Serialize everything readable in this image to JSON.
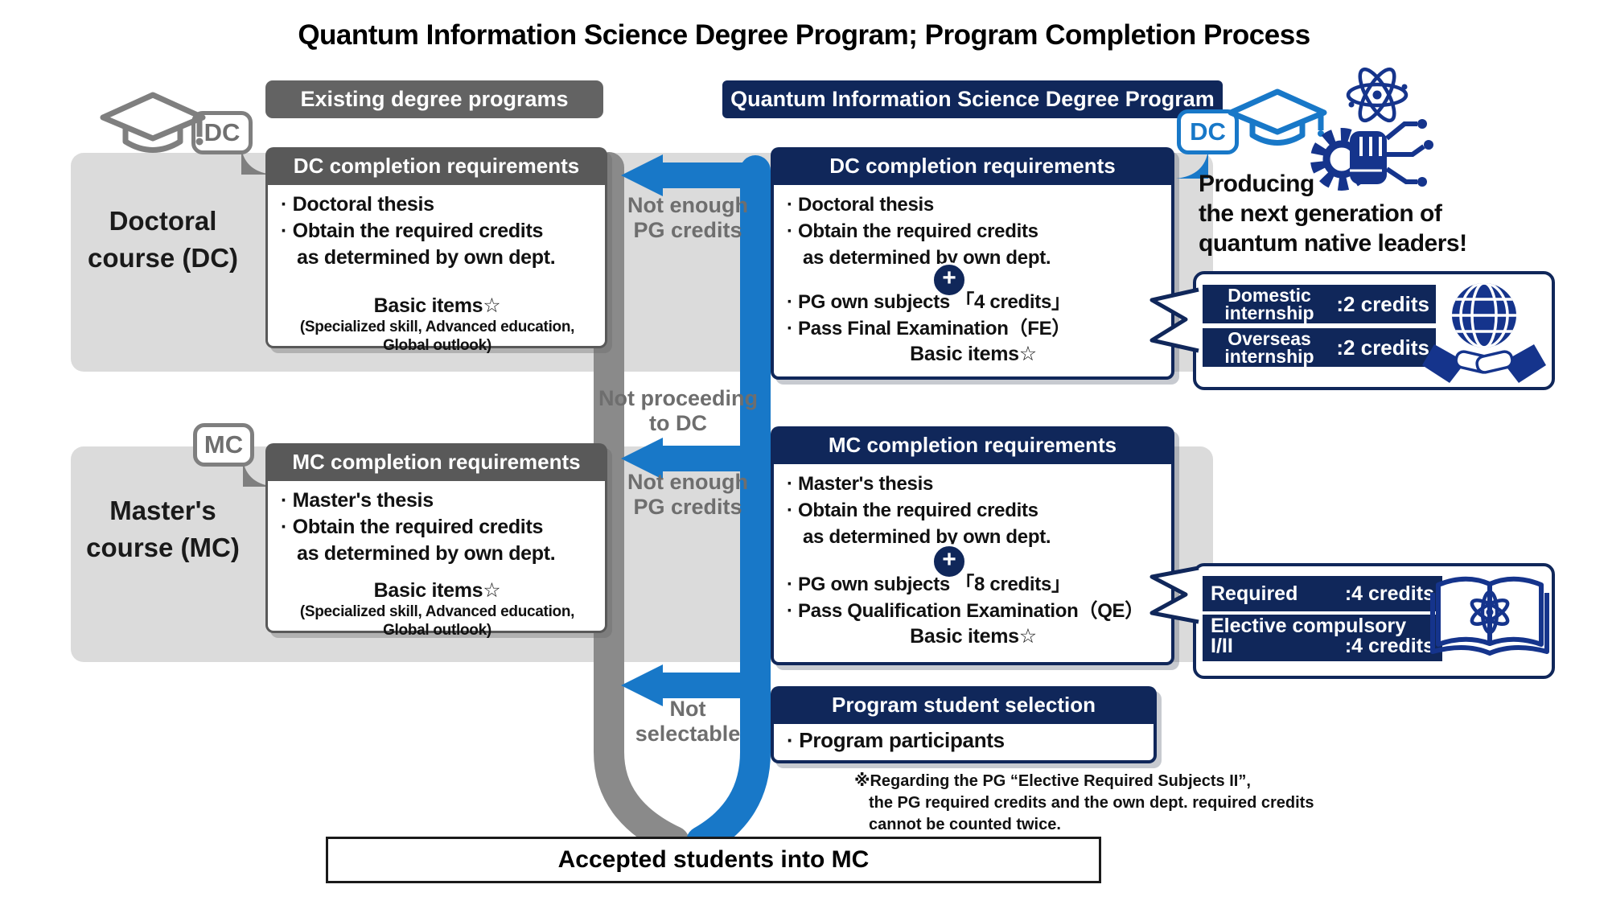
{
  "title": "Quantum Information Science Degree Program; Program Completion Process",
  "colors": {
    "navy": "#10275a",
    "blue": "#1878c8",
    "gray_header": "#636363",
    "card_gray": "#595959",
    "band_gray": "#dbdbdb",
    "track_gray": "#8a8a8a",
    "label_gray": "#6e6e6e"
  },
  "left": {
    "section_header": "Existing degree programs",
    "dc_badge": "DC",
    "mc_badge": "MC",
    "doctoral_band_label": "Doctoral course (DC)",
    "masters_band_label": "Master's course (MC)",
    "dc_card": {
      "header": "DC completion requirements",
      "line1": "· Doctoral thesis",
      "line2": "· Obtain the required credits",
      "line3": "as determined by own dept.",
      "basic": "Basic items☆",
      "note1": "(Specialized skill, Advanced education,",
      "note2": "Global outlook)"
    },
    "mc_card": {
      "header": "MC completion requirements",
      "line1": "· Master's thesis",
      "line2": "· Obtain the required credits",
      "line3": "as determined by own dept.",
      "basic": "Basic items☆",
      "note1": "(Specialized skill, Advanced education,",
      "note2": "Global outlook)"
    }
  },
  "right": {
    "section_header": "Quantum Information Science Degree Program",
    "dc_badge": "DC",
    "dc_card": {
      "header": "DC completion requirements",
      "line1": "· Doctoral thesis",
      "line2": "· Obtain the required credits",
      "line3": "as determined by own dept.",
      "plus": "+",
      "line4": "· PG own subjects 「4 credits」",
      "line5": "· Pass Final Examination（FE）",
      "basic": "Basic items☆"
    },
    "mc_card": {
      "header": "MC completion requirements",
      "line1": "· Master's thesis",
      "line2": "· Obtain the required credits",
      "line3": "as determined by own dept.",
      "plus": "+",
      "line4": "· PG own subjects 「8 credits」",
      "line5": "· Pass Qualification Examination（QE）",
      "basic": "Basic items☆"
    },
    "selection_card": {
      "header": "Program student selection",
      "line1": "· Program participants"
    },
    "tagline": [
      "Producing",
      "the next generation of",
      "quantum native leaders!"
    ],
    "internship_box": {
      "rows": [
        {
          "label": "Domestic internship",
          "value": ":2 credits"
        },
        {
          "label": "Overseas internship",
          "value": ":2 credits"
        }
      ]
    },
    "required_box": {
      "row1": {
        "label": "Required",
        "value": ":4 credits"
      },
      "row2": {
        "label": "Elective compulsory",
        "label2": "I/II",
        "value": ":4 credits"
      }
    }
  },
  "flow": {
    "not_enough_pg_dc": "Not enough PG credits",
    "not_proceeding": "Not proceeding to DC",
    "not_enough_pg_mc": "Not enough PG credits",
    "not_selectable": "Not selectable"
  },
  "footnote": [
    "※Regarding the PG “Elective Required Subjects II”,",
    "the PG required credits and the own dept. required credits",
    "cannot be counted twice."
  ],
  "bottom_box": "Accepted students into MC",
  "icons": {
    "left_cap": "graduation-cap",
    "right_cap": "graduation-cap",
    "atom": "atom",
    "gear": "gear-fist-circuit",
    "globe": "globe-handshake",
    "book": "book-atom",
    "plus": "plus-circle"
  }
}
